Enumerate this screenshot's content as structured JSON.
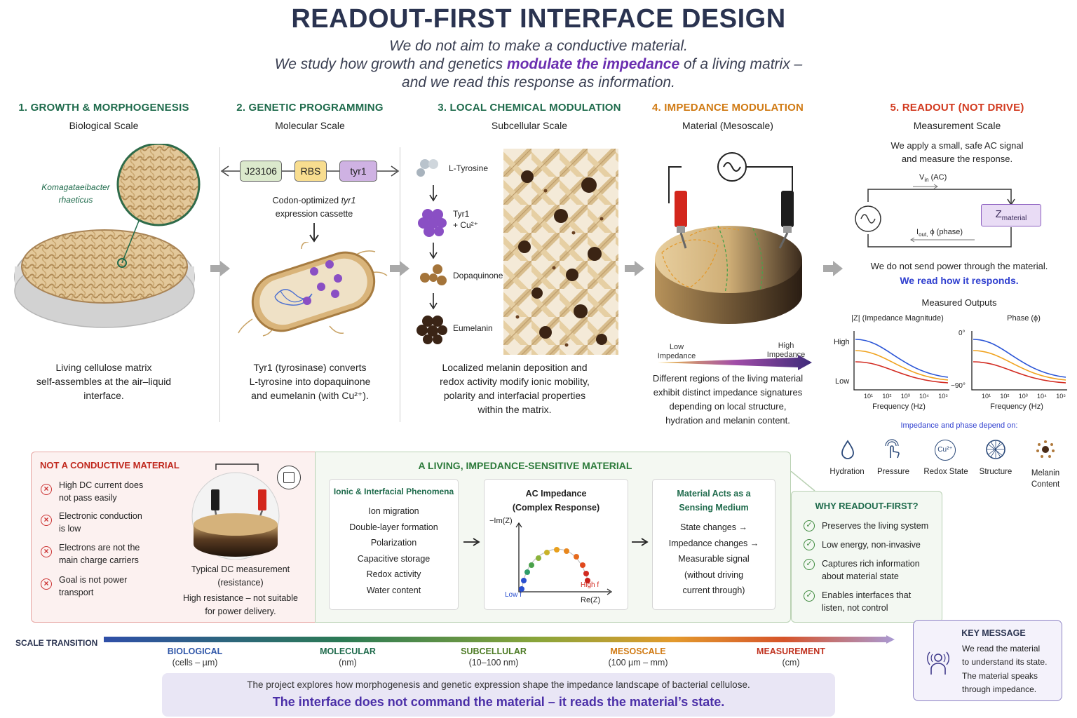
{
  "header": {
    "title": "READOUT-FIRST INTERFACE DESIGN",
    "line1": "We do not aim to make a conductive material.",
    "line2_pre": "We study how growth and genetics ",
    "line2_hl": "modulate the impedance",
    "line2_post": " of a living matrix –",
    "line3": "and we read this response as information."
  },
  "colors": {
    "green_title": "#1f6b4c",
    "orange_title": "#d07a13",
    "red_title": "#d23a1f",
    "purple": "#6b2fb0",
    "navy": "#2a3350"
  },
  "columns": [
    {
      "title": "1. GROWTH & MORPHOGENESIS",
      "scale": "Biological Scale",
      "organism_line1": "Komagataeibacter",
      "organism_line2": "rhaeticus",
      "desc": [
        "Living cellulose matrix",
        "self-assembles at the air–liquid",
        "interface."
      ]
    },
    {
      "title": "2. GENETIC PROGRAMMING",
      "scale": "Molecular Scale",
      "genes": [
        "J23106",
        "RBS",
        "tyr1"
      ],
      "cassette_line1_pre": "Codon-optimized ",
      "cassette_line1_it": "tyr1",
      "cassette_line2": "expression cassette",
      "desc": [
        "Tyr1 (tyrosinase) converts",
        "L-tyrosine into dopaquinone",
        "and eumelanin (with Cu²⁺)."
      ]
    },
    {
      "title": "3. LOCAL CHEMICAL MODULATION",
      "scale": "Subcellular Scale",
      "chem": [
        "L-Tyrosine",
        "Tyr1",
        "+ Cu²⁺",
        "Dopaquinone",
        "Eumelanin"
      ],
      "desc": [
        "Localized melanin deposition and",
        "redox activity modify ionic mobility,",
        "polarity and interfacial properties",
        "within the matrix."
      ]
    },
    {
      "title": "4. IMPEDANCE MODULATION",
      "scale": "Material (Mesoscale)",
      "low_imp": [
        "Low",
        "Impedance"
      ],
      "high_imp": [
        "High",
        "Impedance"
      ],
      "desc": [
        "Different regions of the living material",
        "exhibit distinct impedance signatures",
        "depending on local structure,",
        "hydration and melanin content."
      ]
    },
    {
      "title": "5. READOUT (NOT DRIVE)",
      "scale": "Measurement Scale",
      "apply": [
        "We apply a small, safe AC signal",
        "and measure the response."
      ],
      "vin": "V",
      "vin_sub": "in",
      "vin_post": " (AC)",
      "iout": "I",
      "iout_sub": "out,",
      "iout_post": " ϕ (phase)",
      "zmat": "Z",
      "zmat_sub": "material",
      "no_power": "We do not send power through the material.",
      "read_how": "We read how it responds.",
      "outputs_title": "Measured Outputs",
      "mag_title": "|Z| (Impedance Magnitude)",
      "phase_title": "Phase (ϕ)",
      "high": "High",
      "low": "Low",
      "zero_deg": "0°",
      "neg90": "−90°",
      "freq": "Frequency (Hz)",
      "ticks": [
        "10¹",
        "10²",
        "10³",
        "10⁴",
        "10⁵"
      ],
      "depend": "Impedance and phase depend on:",
      "factors": [
        {
          "label": "Hydration",
          "icon": "drop-icon"
        },
        {
          "label": "Pressure",
          "icon": "touch-icon"
        },
        {
          "label": "Redox State",
          "icon": "cu-icon",
          "text": "Cu²⁺"
        },
        {
          "label": "Structure",
          "icon": "mesh-icon"
        },
        {
          "label": "Melanin",
          "label2": "Content",
          "icon": "melanin-icon"
        }
      ]
    }
  ],
  "not_conductive": {
    "title": "NOT A CONDUCTIVE MATERIAL",
    "items": [
      [
        "High DC current does",
        "not pass easily"
      ],
      [
        "Electronic conduction",
        "is low"
      ],
      [
        "Electrons are not the",
        "main charge carriers"
      ],
      [
        "Goal is not power",
        "transport"
      ]
    ],
    "caption1": [
      "Typical DC measurement",
      "(resistance)"
    ],
    "caption2": [
      "High resistance – not suitable",
      "for power delivery."
    ]
  },
  "living": {
    "title": "A LIVING, IMPEDANCE-SENSITIVE MATERIAL",
    "ionic_title": "Ionic & Interfacial Phenomena",
    "ionic_items": [
      "Ion migration",
      "Double-layer formation",
      "Polarization",
      "Capacitive storage",
      "Redox activity",
      "Water content"
    ],
    "ac_title": [
      "AC Impedance",
      "(Complex Response)"
    ],
    "im_axis": "−Im(Z)",
    "re_axis": "Re(Z)",
    "low_f": "Low f",
    "high_f": "High f",
    "sense_title": [
      "Material Acts as a",
      "Sensing Medium"
    ],
    "sense_items": [
      "State changes →",
      "Impedance changes →",
      "Measurable signal",
      "(without driving",
      "current through)"
    ]
  },
  "why": {
    "title": "WHY READOUT-FIRST?",
    "items": [
      [
        "Preserves the living system"
      ],
      [
        "Low energy, non-invasive"
      ],
      [
        "Captures rich information",
        "about material state"
      ],
      [
        "Enables interfaces that",
        "listen, not control"
      ]
    ]
  },
  "scale": {
    "label": "SCALE TRANSITION",
    "stops": [
      {
        "name": "BIOLOGICAL",
        "unit": "(cells – µm)",
        "color": "#2f56a8"
      },
      {
        "name": "MOLECULAR",
        "unit": "(nm)",
        "color": "#1f6b4c"
      },
      {
        "name": "SUBCELLULAR",
        "unit": "(10–100 nm)",
        "color": "#4c7a23"
      },
      {
        "name": "MESOSCALE",
        "unit": "(100 µm – mm)",
        "color": "#d07a13"
      },
      {
        "name": "MEASUREMENT",
        "unit": "(cm)",
        "color": "#c0321f"
      }
    ]
  },
  "key": {
    "title": "KEY MESSAGE",
    "lines": [
      "We read the material",
      "to understand its state.",
      "The material speaks",
      "through impedance."
    ]
  },
  "footer": {
    "line1": "The project explores how morphogenesis and genetic expression shape the impedance landscape of bacterial cellulose.",
    "line2": "The interface does not command the material – it reads the material’s state."
  }
}
